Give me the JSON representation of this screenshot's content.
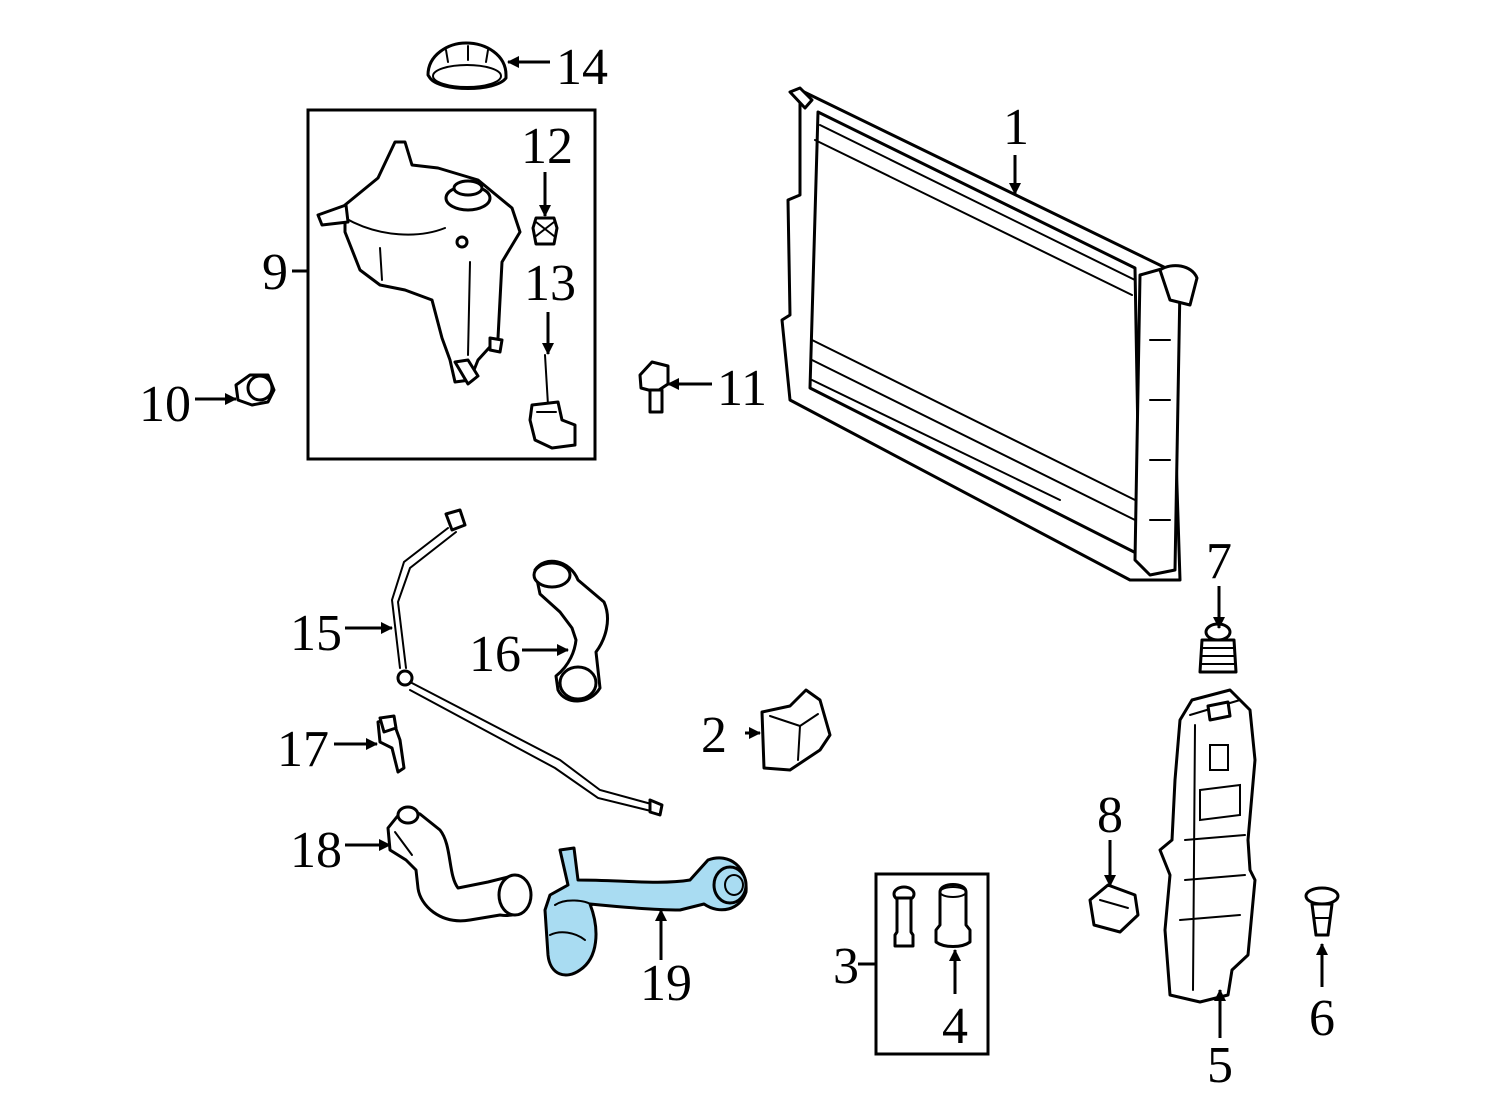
{
  "diagram": {
    "highlight_color": "#a9dcf2",
    "callouts": [
      {
        "id": "c1",
        "label": "1"
      },
      {
        "id": "c2",
        "label": "2"
      },
      {
        "id": "c3",
        "label": "3"
      },
      {
        "id": "c4",
        "label": "4"
      },
      {
        "id": "c5",
        "label": "5"
      },
      {
        "id": "c6",
        "label": "6"
      },
      {
        "id": "c7",
        "label": "7"
      },
      {
        "id": "c8",
        "label": "8"
      },
      {
        "id": "c9",
        "label": "9"
      },
      {
        "id": "c10",
        "label": "10"
      },
      {
        "id": "c11",
        "label": "11"
      },
      {
        "id": "c12",
        "label": "12"
      },
      {
        "id": "c13",
        "label": "13"
      },
      {
        "id": "c14",
        "label": "14"
      },
      {
        "id": "c15",
        "label": "15"
      },
      {
        "id": "c16",
        "label": "16"
      },
      {
        "id": "c17",
        "label": "17"
      },
      {
        "id": "c18",
        "label": "18"
      },
      {
        "id": "c19",
        "label": "19"
      }
    ],
    "parts": [
      {
        "id": "p1",
        "icon": "radiator-icon"
      },
      {
        "id": "p2",
        "icon": "bracket-icon"
      },
      {
        "id": "p3",
        "icon": "plug-kit-icon"
      },
      {
        "id": "p4",
        "icon": "plug-icon"
      },
      {
        "id": "p5",
        "icon": "air-duct-icon"
      },
      {
        "id": "p6",
        "icon": "push-pin-icon"
      },
      {
        "id": "p7",
        "icon": "mount-bushing-icon"
      },
      {
        "id": "p8",
        "icon": "clip-icon"
      },
      {
        "id": "p9",
        "icon": "reservoir-tank-icon"
      },
      {
        "id": "p10",
        "icon": "grommet-icon"
      },
      {
        "id": "p11",
        "icon": "bolt-icon"
      },
      {
        "id": "p12",
        "icon": "drain-plug-icon"
      },
      {
        "id": "p13",
        "icon": "level-sensor-icon"
      },
      {
        "id": "p14",
        "icon": "reservoir-cap-icon"
      },
      {
        "id": "p15",
        "icon": "vent-hose-icon"
      },
      {
        "id": "p16",
        "icon": "upper-hose-icon"
      },
      {
        "id": "p17",
        "icon": "bleeder-valve-icon"
      },
      {
        "id": "p18",
        "icon": "coolant-hose-icon"
      },
      {
        "id": "p19",
        "icon": "lower-hose-icon",
        "highlighted": true
      }
    ]
  }
}
